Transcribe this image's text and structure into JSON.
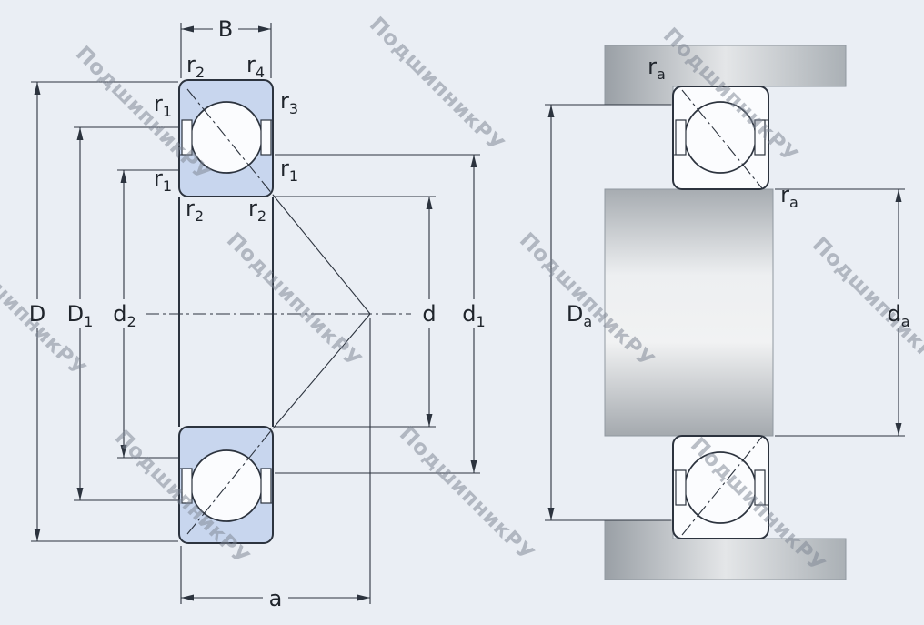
{
  "watermark": {
    "text": "ПодшипникРУ"
  },
  "bearing_view": {
    "dim_B": {
      "base": "B",
      "sub": ""
    },
    "dim_D": {
      "base": "D",
      "sub": ""
    },
    "dim_D1": {
      "base": "D",
      "sub": "1"
    },
    "dim_d2": {
      "base": "d",
      "sub": "2"
    },
    "dim_d": {
      "base": "d",
      "sub": ""
    },
    "dim_d1": {
      "base": "d",
      "sub": "1"
    },
    "dim_a": {
      "base": "a",
      "sub": ""
    },
    "r2_top_left": {
      "base": "r",
      "sub": "2"
    },
    "r4_top_right": {
      "base": "r",
      "sub": "4"
    },
    "r1_upper_left": {
      "base": "r",
      "sub": "1"
    },
    "r3_upper_right": {
      "base": "r",
      "sub": "3"
    },
    "r1_lower_left": {
      "base": "r",
      "sub": "1"
    },
    "r1_lower_right": {
      "base": "r",
      "sub": "1"
    },
    "r2_bottom_left": {
      "base": "r",
      "sub": "2"
    },
    "r2_bottom_right": {
      "base": "r",
      "sub": "2"
    }
  },
  "mounting_view": {
    "dim_Da": {
      "base": "D",
      "sub": "a"
    },
    "dim_da": {
      "base": "d",
      "sub": "a"
    },
    "ra_housing": {
      "base": "r",
      "sub": "a"
    },
    "ra_shaft": {
      "base": "r",
      "sub": "a"
    }
  },
  "colors": {
    "background": "#eaeef4",
    "bearing_fill": "#c8d6ee",
    "line": "#2c333e",
    "steel_gray": "#b3b7bb",
    "watermark": "#7e8694"
  }
}
